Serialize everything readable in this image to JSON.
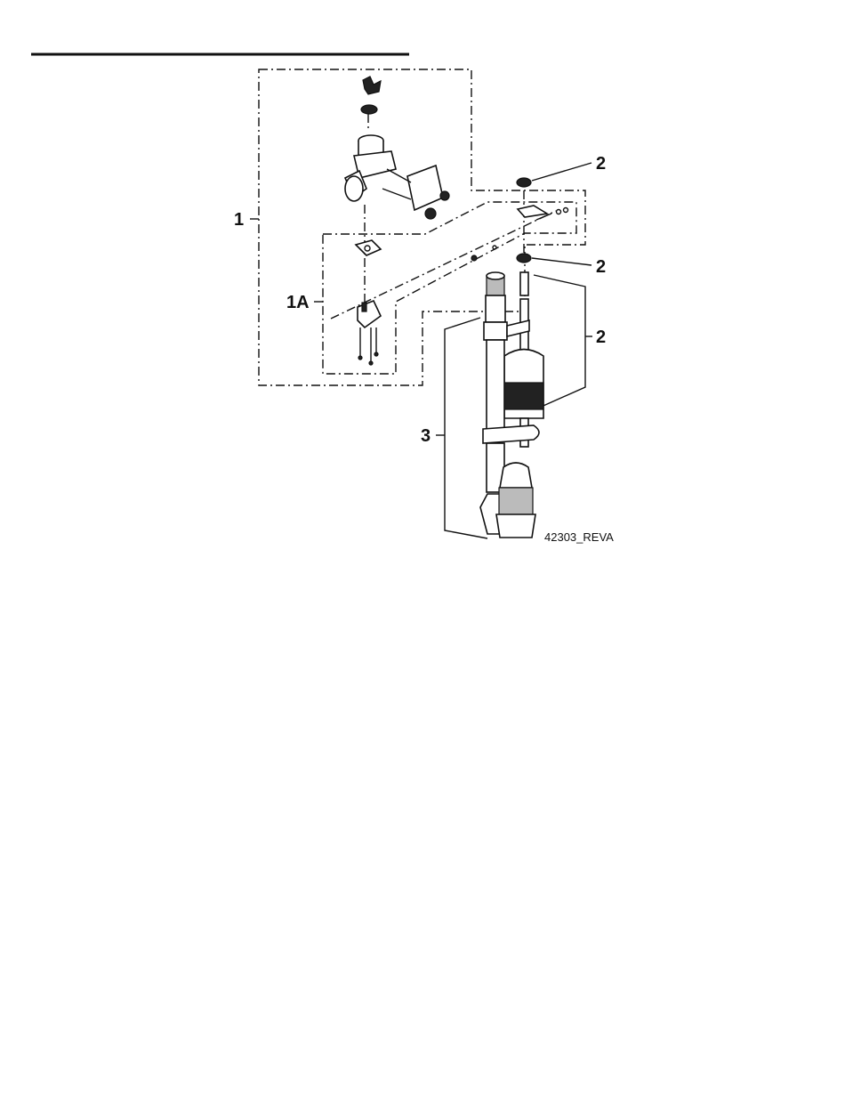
{
  "diagram": {
    "labels": {
      "item_1": "1",
      "item_1a": "1A",
      "item_2_top": "2",
      "item_2_mid": "2",
      "item_2_low": "2",
      "item_3": "3"
    },
    "figure_code": "42303_REVA"
  }
}
